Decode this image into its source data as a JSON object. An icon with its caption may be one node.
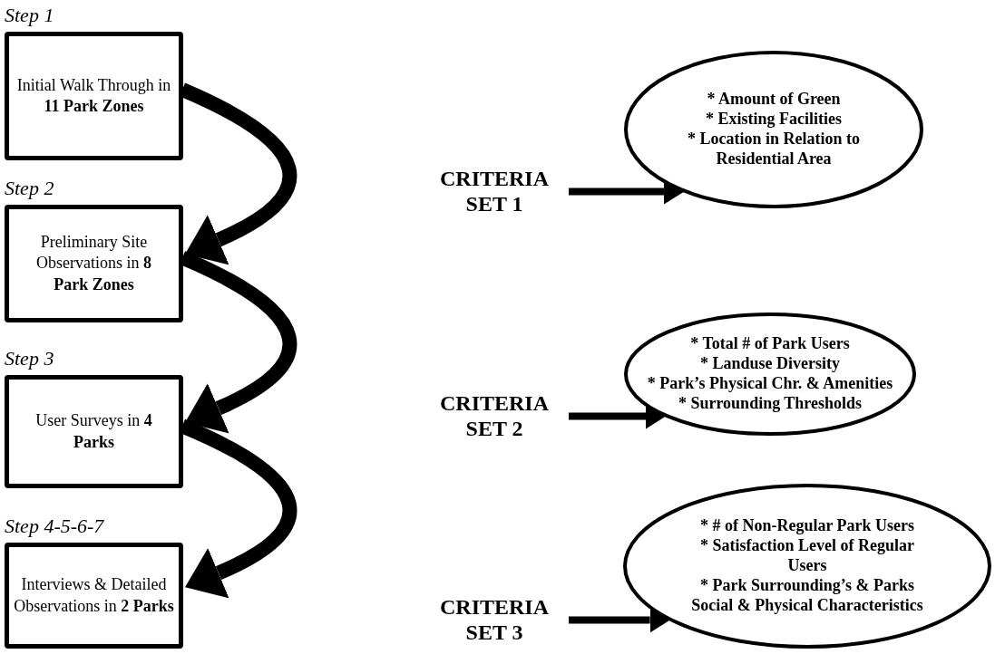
{
  "diagram": {
    "nodes": [
      {
        "text": [
          "Step 1",
          "Initial Walk Through in **11 Park Zones**"
        ]
      },
      {
        "text": [
          "Step 2",
          "Preliminary Site Observations in **8 Park Zones**"
        ]
      },
      {
        "text": [
          "Step 3",
          "User Surveys in **4 Parks**"
        ]
      },
      {
        "text": [
          "Step 4-5-6-7",
          "Interviews & Detailed Observations in **2 Parks**"
        ]
      },
      {
        "text": [
          "CRITERIA SET 1"
        ]
      },
      {
        "text": [
          "CRITERIA SET 2"
        ]
      },
      {
        "text": [
          "CRITERIA SET 3"
        ]
      },
      {
        "text": [
          "* Amount of Green",
          "* Existing Facilities",
          "* Location in Relation to Residential Area"
        ]
      },
      {
        "text": [
          "* Total # of Park Users",
          "* Landuse Diversity",
          "* Park’s Physical Chr. & Amenities",
          "* Surrounding Thresholds"
        ]
      },
      {
        "text": [
          "* # of Non-Regular Park Users",
          "* Satisfaction Level of Regular Users",
          "* Park Surrounding’s & Parks Social & Physical Characteristics"
        ]
      }
    ],
    "edges": [
      {
        "from": 0,
        "to": 1,
        "arrow": "to",
        "style": "thick"
      },
      {
        "from": 1,
        "to": 2,
        "arrow": "to",
        "style": "thick"
      },
      {
        "from": 2,
        "to": 3,
        "arrow": "to",
        "style": "thick"
      },
      {
        "from": 4,
        "to": 7,
        "arrow": "to"
      },
      {
        "from": 5,
        "to": 8,
        "arrow": "to"
      },
      {
        "from": 6,
        "to": 9,
        "arrow": "to"
      }
    ]
  }
}
